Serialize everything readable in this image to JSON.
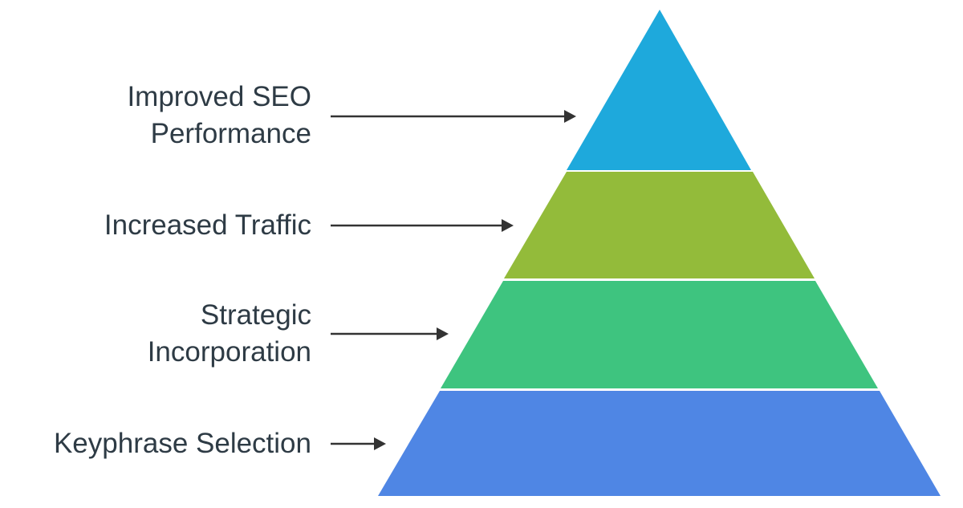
{
  "pyramid": {
    "levels": [
      {
        "lines": [
          "Improved SEO",
          "Performance"
        ],
        "color": "#1ea9dc"
      },
      {
        "lines": [
          "Increased Traffic"
        ],
        "color": "#93bb3a"
      },
      {
        "lines": [
          "Strategic",
          "Incorporation"
        ],
        "color": "#3ec47f"
      },
      {
        "lines": [
          "Keyphrase Selection"
        ],
        "color": "#4f86e4"
      }
    ],
    "label_color": "#2e3b45",
    "arrow_color": "#333333"
  }
}
